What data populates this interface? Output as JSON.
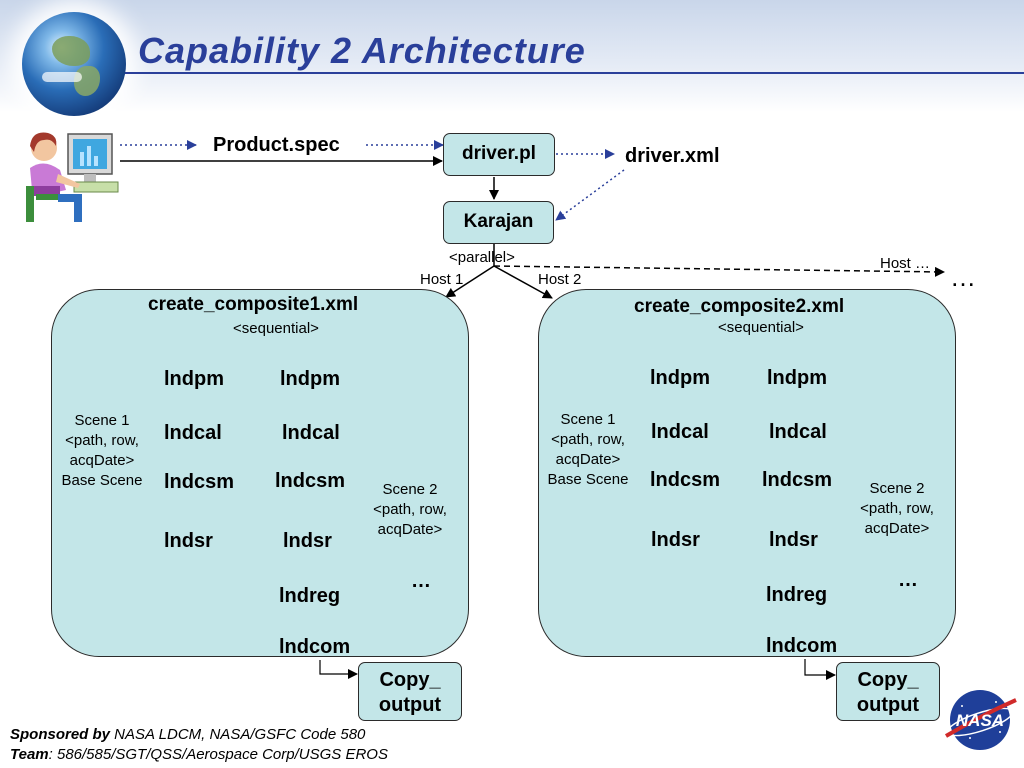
{
  "slide": {
    "title": "Capability 2 Architecture"
  },
  "top_flow": {
    "product_spec": "Product.spec",
    "driver_pl": "driver.pl",
    "driver_xml": "driver.xml",
    "karajan": "Karajan",
    "parallel": "<parallel>",
    "host1": "Host 1",
    "host2": "Host 2",
    "host_more": "Host …",
    "ellipsis": "…"
  },
  "composites": [
    {
      "title": "create_composite1.xml",
      "mode": "<sequential>",
      "scene1": [
        "Scene 1",
        "<path, row,",
        "acqDate>",
        "Base Scene"
      ],
      "scene2": [
        "Scene 2",
        "<path, row,",
        "acqDate>"
      ],
      "col1": [
        "lndpm",
        "lndcal",
        "lndcsm",
        "lndsr"
      ],
      "col2": [
        "lndpm",
        "lndcal",
        "lndcsm",
        "lndsr",
        "lndreg",
        "lndcom"
      ],
      "more": "…",
      "copy_output": [
        "Copy_",
        "output"
      ]
    },
    {
      "title": "create_composite2.xml",
      "mode": "<sequential>",
      "scene1": [
        "Scene 1",
        "<path, row,",
        "acqDate>",
        "Base Scene"
      ],
      "scene2": [
        "Scene 2",
        "<path, row,",
        "acqDate>"
      ],
      "col1": [
        "lndpm",
        "lndcal",
        "lndcsm",
        "lndsr"
      ],
      "col2": [
        "lndpm",
        "lndcal",
        "lndcsm",
        "lndsr",
        "lndreg",
        "lndcom"
      ],
      "more": "…",
      "copy_output": [
        "Copy_",
        "output"
      ]
    }
  ],
  "footer": {
    "sponsored_label": "Sponsored by",
    "sponsored_text": " NASA LDCM, NASA/GSFC Code 580",
    "team_label": "Team",
    "team_text": ": 586/585/SGT/QSS/Aerospace Corp/USGS EROS"
  },
  "icons": {
    "user": "user-at-computer-icon",
    "globe": "earth-globe-icon",
    "logo": "nasa-logo-icon"
  },
  "colors": {
    "title": "#2a3f9a",
    "box_fill": "#c3e6e8",
    "arrow_blue": "#2a3f9a"
  }
}
